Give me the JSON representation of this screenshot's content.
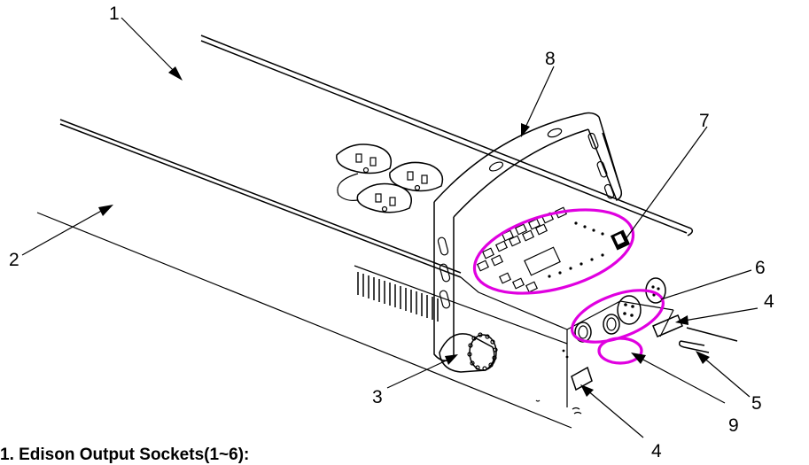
{
  "callouts": [
    "1",
    "2",
    "3",
    "4",
    "4",
    "5",
    "6",
    "7",
    "8",
    "9"
  ],
  "caption": "1. Edison Output Sockets(1~6):",
  "colors": {
    "highlight": "#e000e0",
    "line": "#000000",
    "background": "#ffffff"
  }
}
